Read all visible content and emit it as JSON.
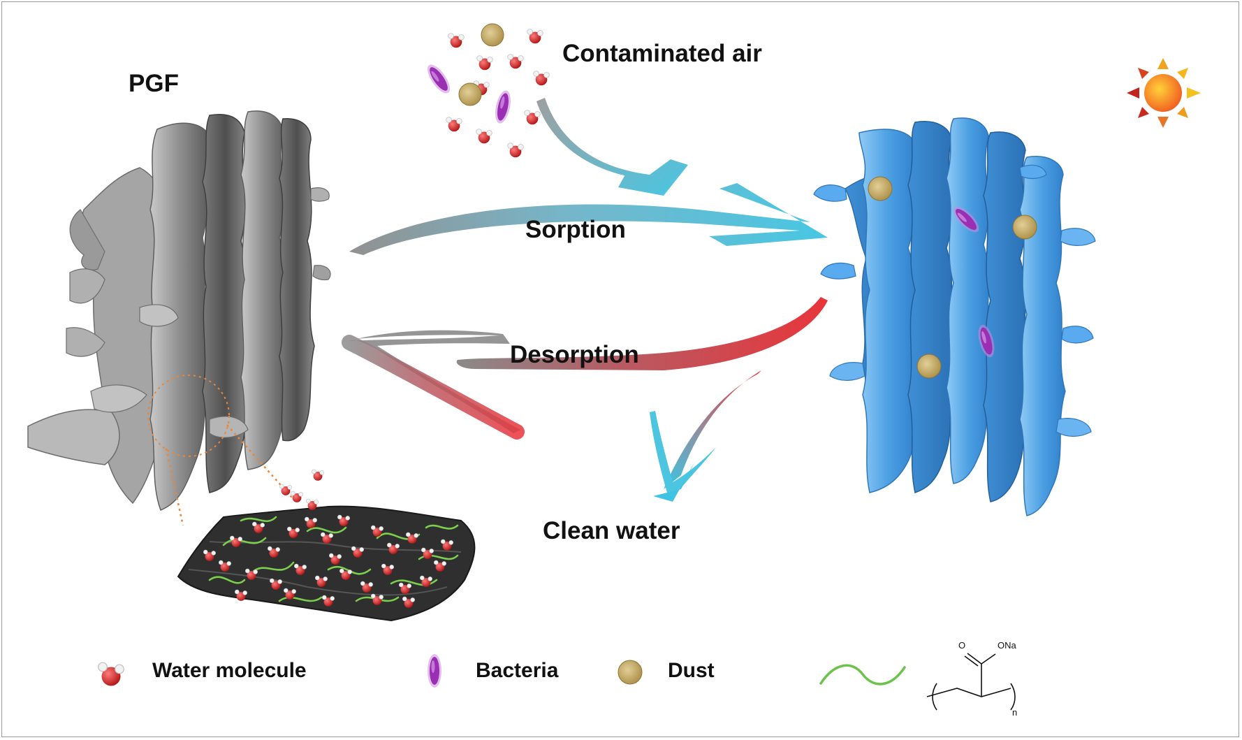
{
  "labels": {
    "pgf": "PGF",
    "contaminated_air": "Contaminated air",
    "sorption": "Sorption",
    "desorption": "Desorption",
    "clean_water": "Clean water"
  },
  "legend": {
    "water_molecule": "Water molecule",
    "bacteria": "Bacteria",
    "dust": "Dust"
  },
  "chem": {
    "o": "O",
    "ona": "ONa",
    "n": "n"
  },
  "colors": {
    "sorption_arrow": "#45c3df",
    "desorption_arrow": "#e8353b",
    "grey_arrow": "#8a8a8a",
    "pgf_gray": "#7c7c7c",
    "saturated_blue": "#4a9ee2",
    "water_red": "#d62424",
    "bacteria_purple": "#b24fc4",
    "dust_tan": "#c4a862",
    "polymer_green": "#6cc24a",
    "sun_orange": "#f39c1b"
  },
  "icons": [
    "water-molecule-icon",
    "bacteria-icon",
    "dust-icon",
    "sun-icon",
    "polymer-chain-icon"
  ]
}
